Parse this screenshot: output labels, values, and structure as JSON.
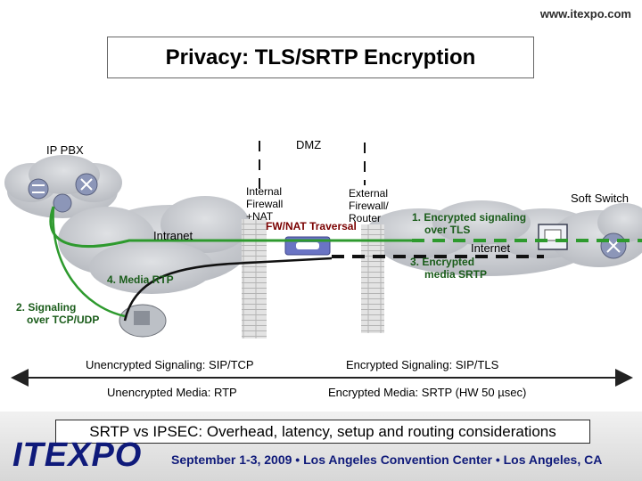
{
  "header": {
    "url": "www.itexpo.com",
    "title": "Privacy: TLS/SRTP Encryption"
  },
  "zones": {
    "ip_pbx": "IP PBX",
    "dmz": "DMZ",
    "intranet": "Intranet",
    "internet": "Internet",
    "soft_switch": "Soft Switch"
  },
  "devices": {
    "internal_firewall": [
      "Internal",
      "Firewall",
      "+NAT"
    ],
    "external_firewall": [
      "External",
      "Firewall/",
      "Router"
    ],
    "fw_nat": "FW/NAT Traversal"
  },
  "flows": {
    "step1": [
      "1. Encrypted signaling",
      "over TLS"
    ],
    "step2": [
      "2. Signaling",
      "over TCP/UDP"
    ],
    "step3": [
      "3. Encrypted",
      "media SRTP"
    ],
    "step4": "4. Media RTP"
  },
  "comparison": {
    "left_signaling": "Unencrypted Signaling: SIP/TCP",
    "left_media": "Unencrypted Media: RTP",
    "right_signaling": "Encrypted Signaling: SIP/TLS",
    "right_media": "Encrypted Media: SRTP (HW 50 µsec)"
  },
  "footer": {
    "note": "SRTP vs IPSEC: Overhead, latency, setup and routing considerations",
    "logo": "ITEXPO",
    "event": "September 1-3, 2009  •  Los Angeles Convention Center  •  Los Angeles, CA"
  },
  "colors": {
    "signaling": "#2e9a2e",
    "media": "#111111",
    "cloud": "#c9ccd1",
    "wall": "#d9d9d9"
  }
}
